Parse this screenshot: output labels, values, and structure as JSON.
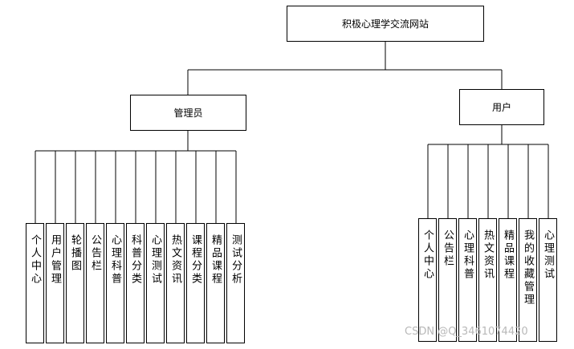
{
  "root": {
    "label": "积极心理学交流网站"
  },
  "branches": [
    {
      "id": "admin",
      "label": "管理员",
      "children": [
        "个人中心",
        "用户管理",
        "轮播图",
        "公告栏",
        "心理科普",
        "科普分类",
        "心理测试",
        "热文资讯",
        "课程分类",
        "精品课程",
        "测试分析"
      ]
    },
    {
      "id": "user",
      "label": "用户",
      "children": [
        "个人中心",
        "公告栏",
        "心理科普",
        "热文资讯",
        "精品课程",
        "我的收藏管理",
        "心理测试"
      ]
    }
  ],
  "watermark": "CSDN @Q_3461074420"
}
